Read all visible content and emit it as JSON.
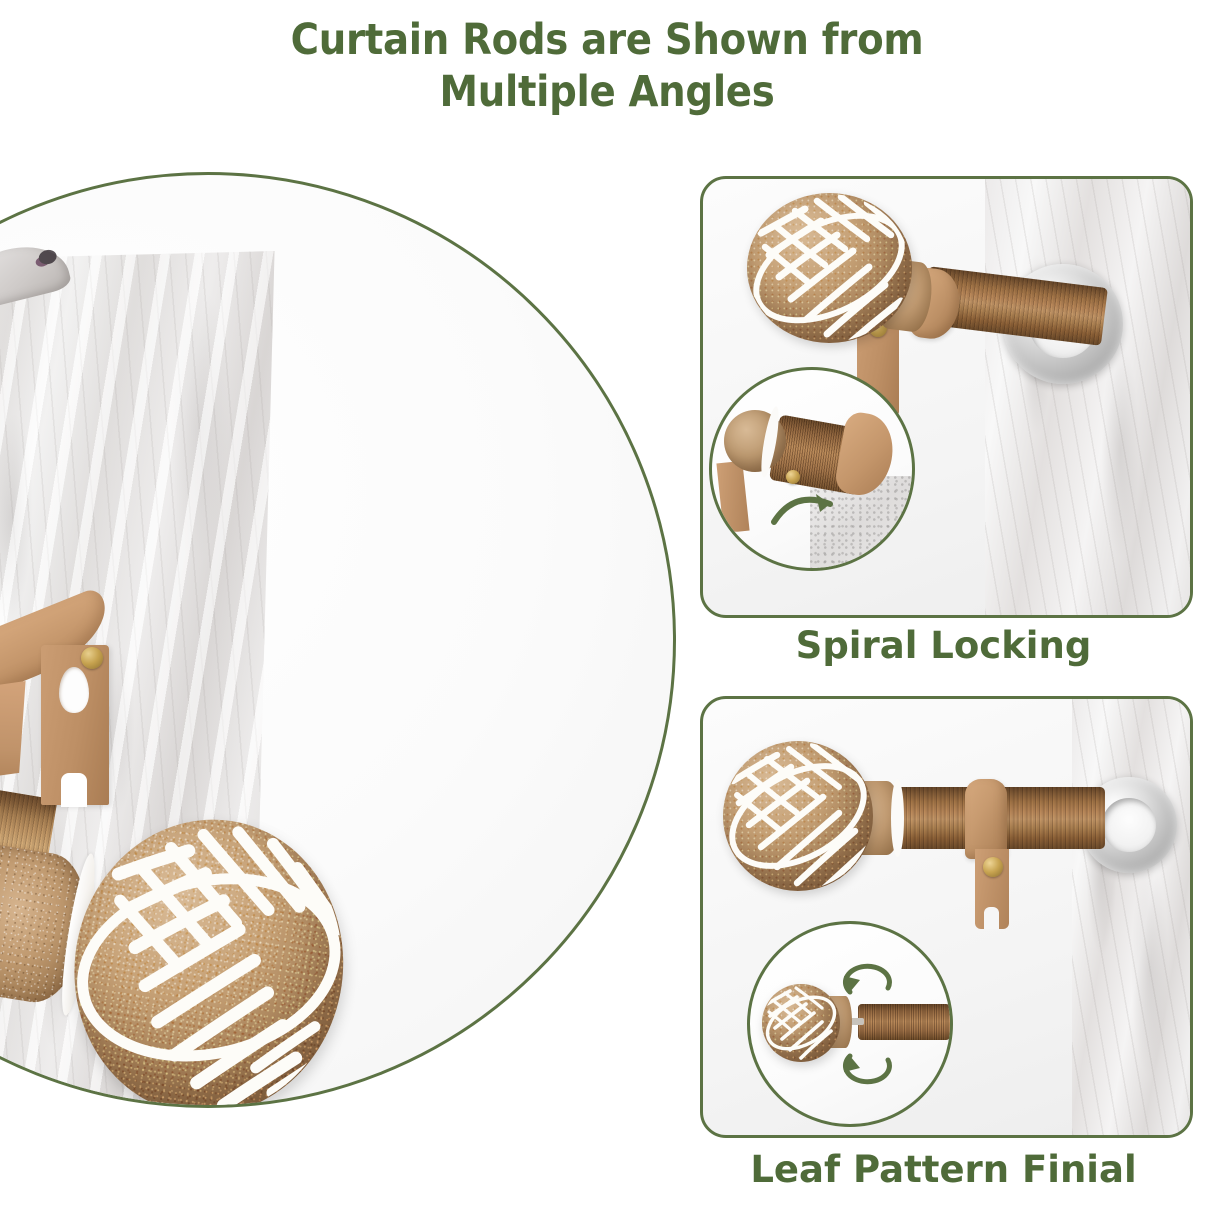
{
  "page": {
    "background_color": "#ffffff",
    "accent_green": "#5c7344",
    "text_green": "#4f6b39"
  },
  "header": {
    "title": "Curtain Rods are Shown from\nMultiple Angles",
    "title_line1": "Curtain Rods are Shown from",
    "title_line2": "Multiple Angles"
  },
  "hero": {
    "name": "main-product-circle",
    "shape": "circle",
    "border_color": "#5c7344",
    "parts": [
      {
        "name": "wood-rod",
        "color": "#b3875a"
      },
      {
        "name": "leaf-pattern-finial",
        "color": "#c09a70"
      },
      {
        "name": "wall-bracket",
        "color": "#c89b70"
      },
      {
        "name": "curtain-panel",
        "color": "#ececea"
      }
    ]
  },
  "panels": [
    {
      "id": "panel-top",
      "caption": "Spiral Locking",
      "border_color": "#5c7344",
      "inset": {
        "name": "spiral-locking-closeup",
        "arrow": "curved-rotation-arrow",
        "arrow_color": "#5c7344"
      },
      "parts": [
        {
          "name": "leaf-pattern-finial"
        },
        {
          "name": "wood-rod"
        },
        {
          "name": "locking-collar"
        },
        {
          "name": "wall-bracket"
        },
        {
          "name": "mounting-screw"
        },
        {
          "name": "curtain-grommet"
        }
      ]
    },
    {
      "id": "panel-bottom",
      "caption": "Leaf Pattern Finial",
      "border_color": "#5c7344",
      "inset": {
        "name": "finial-assembly-closeup",
        "arrow": "dual-rotation-arrows",
        "arrow_color": "#5c7344"
      },
      "parts": [
        {
          "name": "leaf-pattern-finial"
        },
        {
          "name": "wood-rod"
        },
        {
          "name": "bracket-hook"
        },
        {
          "name": "mounting-screw"
        },
        {
          "name": "curtain-grommet"
        }
      ]
    }
  ]
}
